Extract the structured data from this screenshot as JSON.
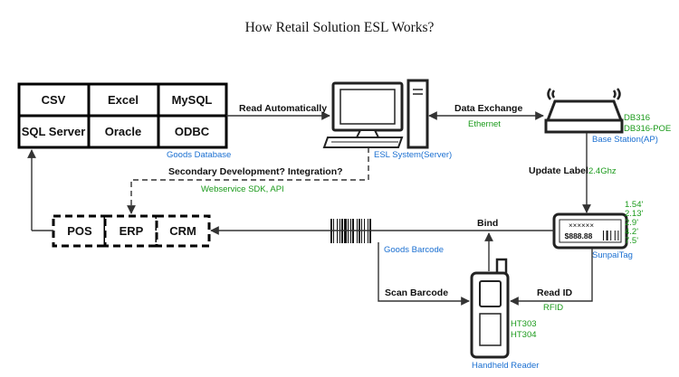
{
  "title": "How Retail Solution ESL Works?",
  "database": {
    "cells": [
      "CSV",
      "Excel",
      "MySQL",
      "SQL Server",
      "Oracle",
      "ODBC"
    ],
    "caption": "Goods Database"
  },
  "server": {
    "caption": "ESL System(Server)"
  },
  "base_station": {
    "models": [
      "DB316",
      "DB316-POE"
    ],
    "caption": "Base Station(AP)"
  },
  "business_systems": [
    "POS",
    "ERP",
    "CRM"
  ],
  "tag": {
    "caption": "SunpaiTag",
    "placeholder": "××××××",
    "price": "$888.88",
    "sizes": [
      "1.54'",
      "2.13'",
      "2.9'",
      "4.2'",
      "7.5'"
    ]
  },
  "barcode": {
    "caption": "Goods Barcode"
  },
  "reader": {
    "models": [
      "HT303",
      "HT304"
    ],
    "caption": "Handheld Reader"
  },
  "flows": {
    "read_auto": "Read Automatically",
    "data_exchange": "Data Exchange",
    "ethernet": "Ethernet",
    "secondary": "Secondary Development? Integration?",
    "sdk": "Webservice SDK, API",
    "update_label": "Update Label",
    "freq": "2.4Ghz",
    "bind": "Bind",
    "scan_barcode": "Scan Barcode",
    "read_id": "Read ID",
    "rfid": "RFID"
  }
}
